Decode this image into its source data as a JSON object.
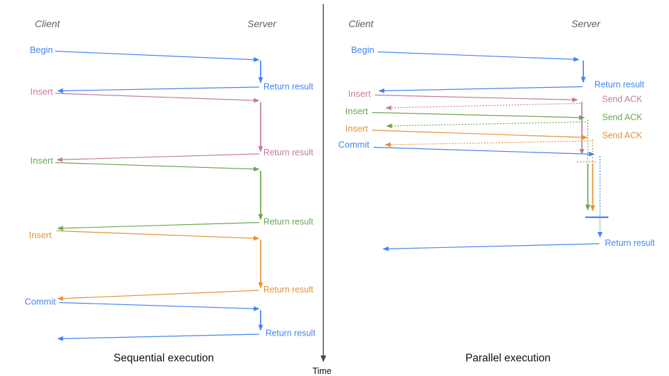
{
  "colors": {
    "blue": "#4285F4",
    "pink": "#C27BA0",
    "green": "#6AA84F",
    "orange": "#E69138",
    "axis": "#444444",
    "header": "#5f5f5f",
    "caption": "#111111"
  },
  "time_axis": {
    "label": "Time"
  },
  "left": {
    "caption": "Sequential execution",
    "client_header": "Client",
    "server_header": "Server",
    "messages": [
      {
        "request": "Begin",
        "response": "Return result",
        "color": "blue"
      },
      {
        "request": "Insert",
        "response": "Return result",
        "color": "pink"
      },
      {
        "request": "Insert",
        "response": "Return result",
        "color": "green"
      },
      {
        "request": "Insert",
        "response": "Return result",
        "color": "orange"
      },
      {
        "request": "Commit",
        "response": "Return result",
        "color": "blue"
      }
    ]
  },
  "right": {
    "caption": "Parallel execution",
    "client_header": "Client",
    "server_header": "Server",
    "messages": [
      {
        "request": "Begin",
        "response": "Return result",
        "color": "blue"
      },
      {
        "request": "Insert",
        "response": "Send ACK",
        "color": "pink"
      },
      {
        "request": "Insert",
        "response": "Send ACK",
        "color": "green"
      },
      {
        "request": "Insert",
        "response": "Send ACK",
        "color": "orange"
      },
      {
        "request": "Commit",
        "response": "",
        "color": "blue"
      }
    ],
    "final_response": "Return result"
  }
}
